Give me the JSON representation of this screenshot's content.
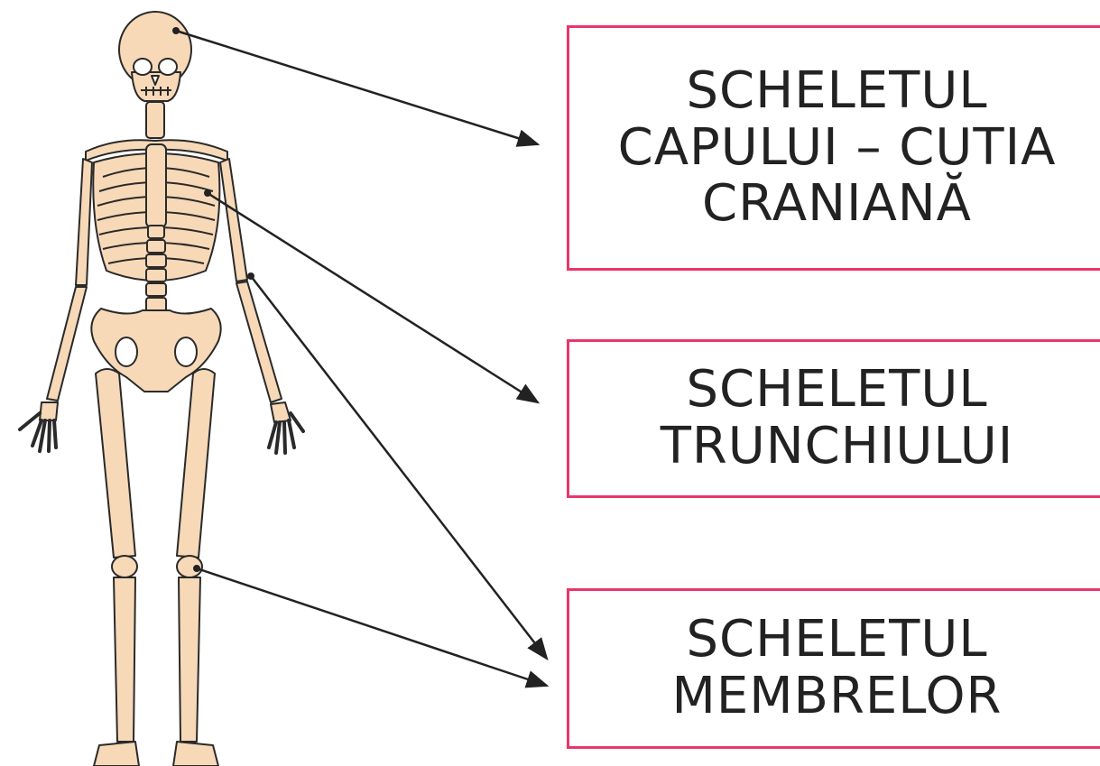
{
  "colors": {
    "bone": "#f7d9b8",
    "outline": "#2a2a2a",
    "box_border": "#e8366b",
    "arrow": "#222222"
  },
  "labels": {
    "head": {
      "line1": "SCHELETUL",
      "line2": "CAPULUI – CUTIA",
      "line3": "CRANIANĂ"
    },
    "trunk": {
      "line1": "SCHELETUL",
      "line2": "TRUNCHIULUI"
    },
    "limbs": {
      "line1": "SCHELETUL",
      "line2": "MEMBRELOR"
    }
  }
}
